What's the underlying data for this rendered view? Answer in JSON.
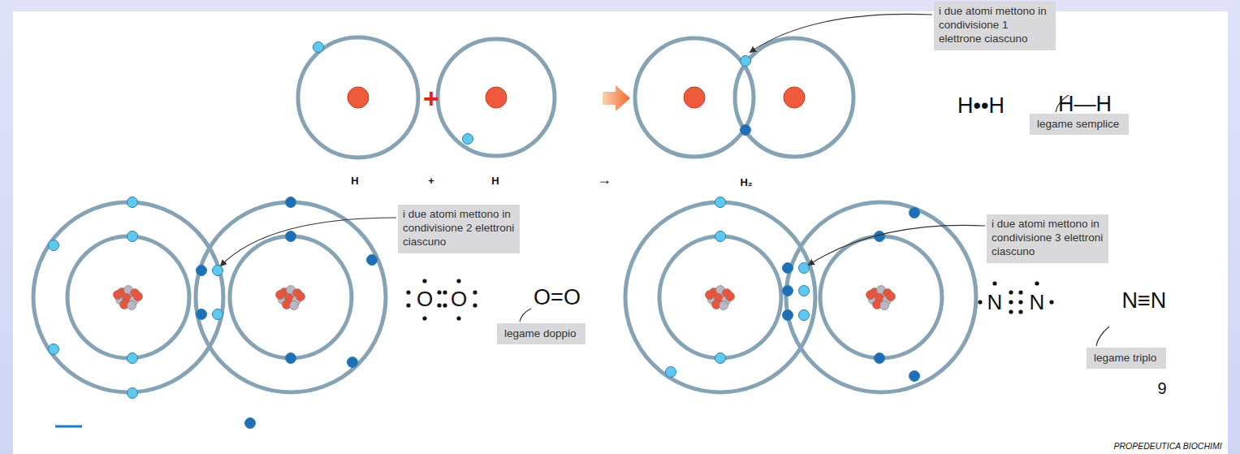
{
  "diagram": {
    "nodes": [
      {
        "text": [
          "i due atomi mettono in condivisione 1 elettrone ciascuno"
        ]
      },
      {
        "text": [
          "legame semplice"
        ]
      },
      {
        "text": [
          "i due atomi mettono in condivisione 2 elettroni ciascuno"
        ]
      },
      {
        "text": [
          "legame doppio"
        ]
      },
      {
        "text": [
          "i due atomi mettono in condivisione 3 elettroni ciascuno"
        ]
      },
      {
        "text": [
          "legame triplo"
        ]
      }
    ],
    "labels": [
      "+",
      "H",
      "+",
      "H",
      "→",
      "H₂",
      "H••H",
      "H—H",
      "O",
      "O",
      "O=O",
      "N",
      "N",
      "N≡N",
      "9",
      "PROPEDEUTICA BIOCHIMI"
    ]
  }
}
